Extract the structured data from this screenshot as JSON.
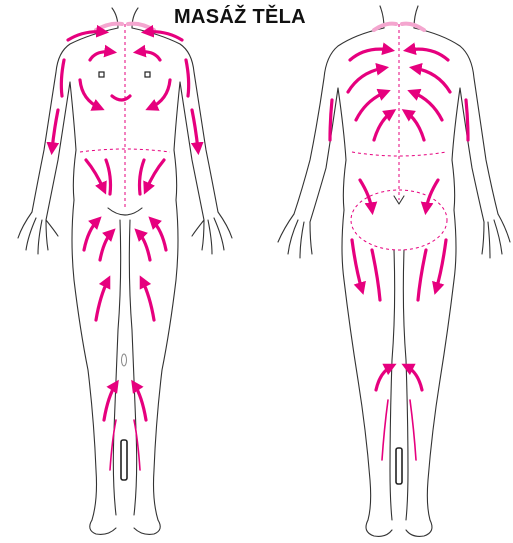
{
  "title": "MASÁŽ TĚLA",
  "colors": {
    "accent": "#e6007e",
    "accent_soft": "#f4a6cf"
  },
  "figures": [
    {
      "name": "front-figure",
      "view": "front"
    },
    {
      "name": "back-figure",
      "view": "back"
    }
  ]
}
